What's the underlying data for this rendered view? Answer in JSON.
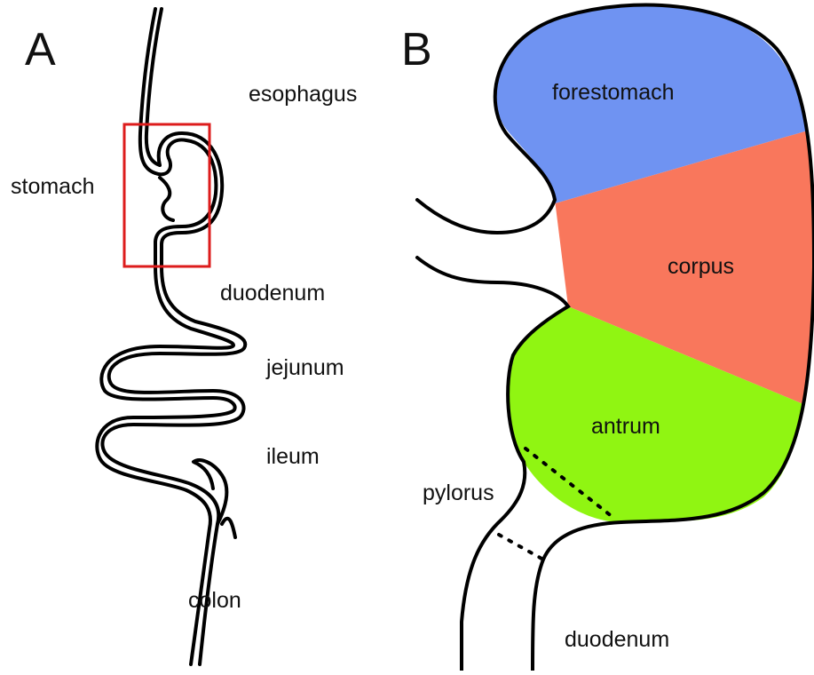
{
  "panel_a": {
    "letter": "A",
    "labels": {
      "esophagus": "esophagus",
      "stomach": "stomach",
      "duodenum": "duodenum",
      "jejunum": "jejunum",
      "ileum": "ileum",
      "colon": "colon"
    },
    "highlight_color": "#dd1c1c"
  },
  "panel_b": {
    "letter": "B",
    "regions": {
      "forestomach": {
        "label": "forestomach",
        "color": "#6f93f2"
      },
      "corpus": {
        "label": "corpus",
        "color": "#f9775c"
      },
      "antrum": {
        "label": "antrum",
        "color": "#90f512"
      }
    },
    "labels": {
      "pylorus": "pylorus",
      "duodenum": "duodenum"
    }
  }
}
